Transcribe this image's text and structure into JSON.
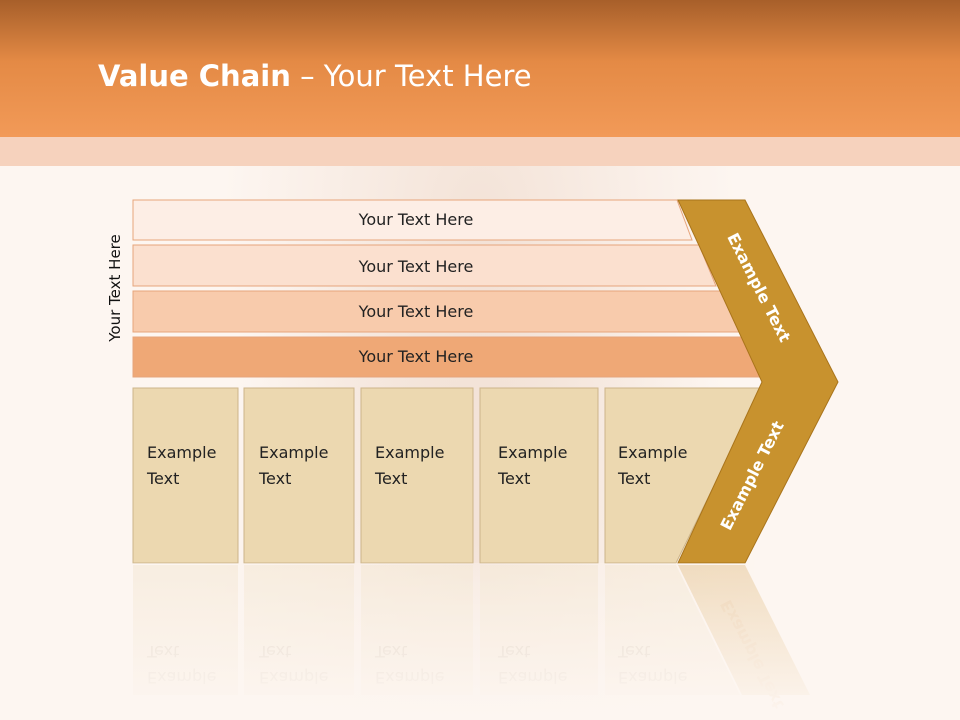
{
  "title": {
    "bold": "Value Chain",
    "rest": " – Your Text Here"
  },
  "side_label": "Your Text Here",
  "rows": [
    {
      "label": "Your Text Here",
      "color": "#fdeee5"
    },
    {
      "label": "Your Text Here",
      "color": "#fbe0cf"
    },
    {
      "label": "Your Text Here",
      "color": "#f8cbac"
    },
    {
      "label": "Your Text Here",
      "color": "#efa876"
    }
  ],
  "columns": [
    {
      "line1": "Example",
      "line2": "Text"
    },
    {
      "line1": "Example",
      "line2": "Text"
    },
    {
      "line1": "Example",
      "line2": "Text"
    },
    {
      "line1": "Example",
      "line2": "Text"
    },
    {
      "line1": "Example",
      "line2": "Text"
    }
  ],
  "chevron": {
    "top": "Example Text",
    "bottom": "Example Text",
    "color": "#c8922e"
  },
  "colors": {
    "header": "#e48a45",
    "column_fill": "#ecd8b0"
  }
}
